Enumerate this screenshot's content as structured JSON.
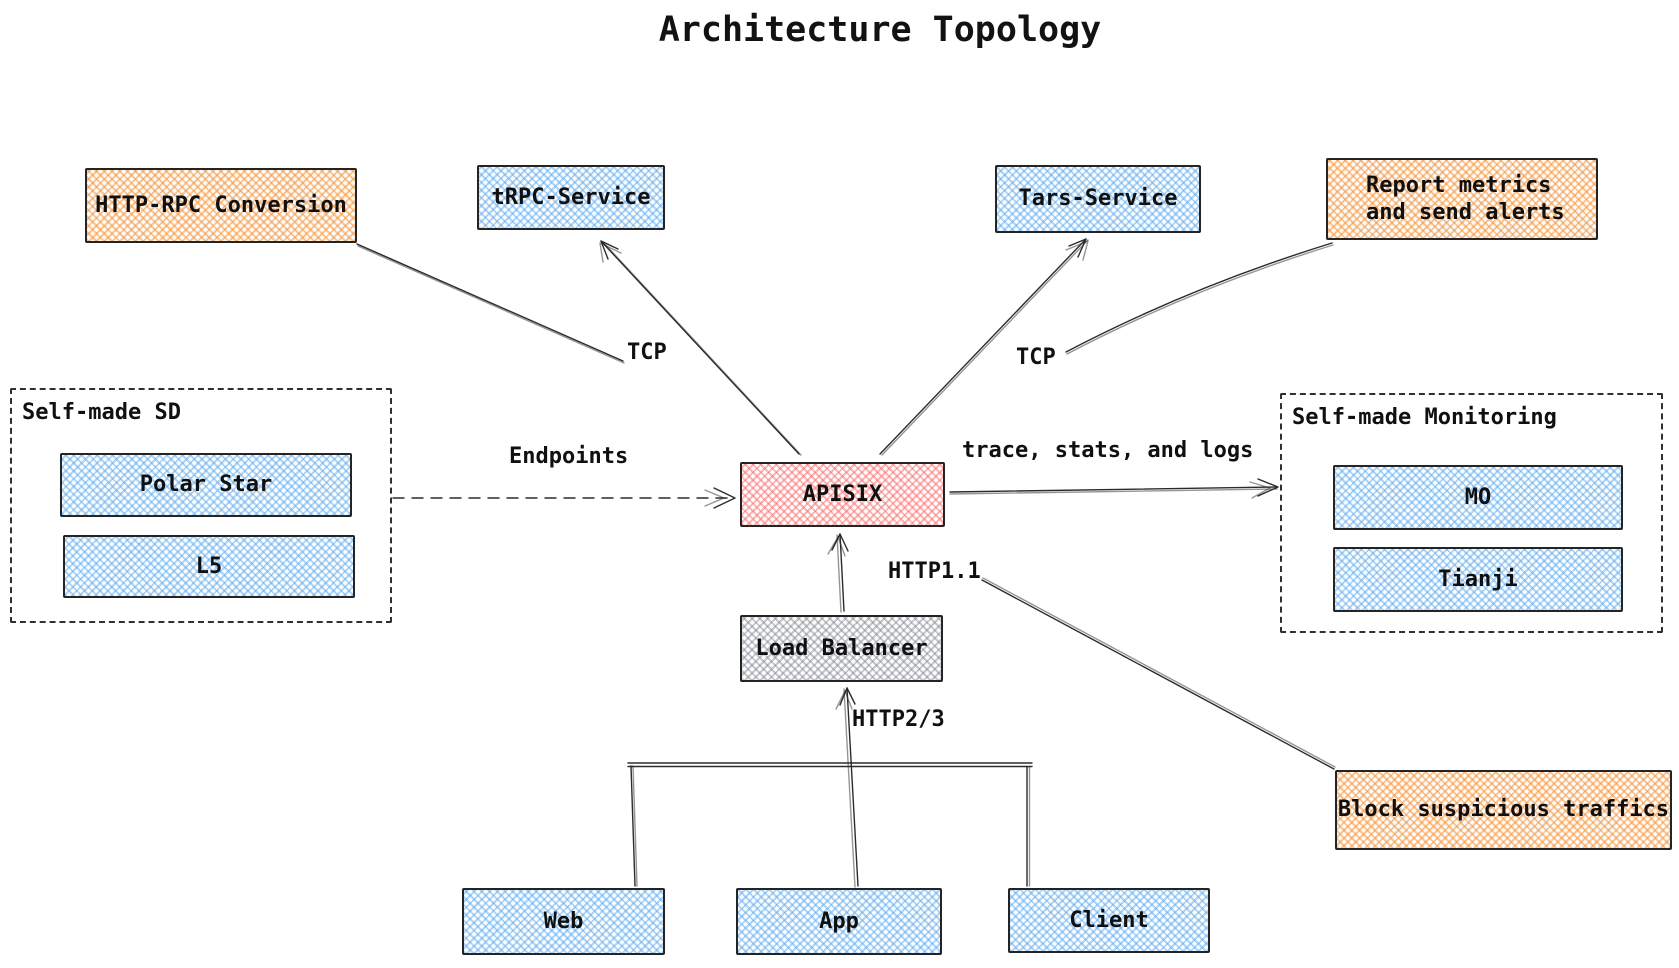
{
  "title": "Architecture Topology",
  "nodes": {
    "http_rpc_conversion": {
      "label": "HTTP-RPC Conversion",
      "fill": "orange"
    },
    "trpc_service": {
      "label": "tRPC-Service",
      "fill": "blue"
    },
    "tars_service": {
      "label": "Tars-Service",
      "fill": "blue"
    },
    "report_metrics": {
      "label_line1": "Report metrics",
      "label_line2": "and send alerts",
      "fill": "orange"
    },
    "polar_star": {
      "label": "Polar Star",
      "fill": "blue"
    },
    "l5": {
      "label": "L5",
      "fill": "blue"
    },
    "apisix": {
      "label": "APISIX",
      "fill": "red"
    },
    "mo": {
      "label": "MO",
      "fill": "blue"
    },
    "tianji": {
      "label": "Tianji",
      "fill": "blue"
    },
    "load_balancer": {
      "label": "Load Balancer",
      "fill": "gray"
    },
    "block_suspicious": {
      "label": "Block suspicious traffics",
      "fill": "orange"
    },
    "web": {
      "label": "Web",
      "fill": "blue"
    },
    "app": {
      "label": "App",
      "fill": "blue"
    },
    "client": {
      "label": "Client",
      "fill": "blue"
    }
  },
  "groups": {
    "self_made_sd": {
      "label": "Self-made SD"
    },
    "self_made_monitoring": {
      "label": "Self-made Monitoring"
    }
  },
  "edge_labels": {
    "tcp_left": "TCP",
    "tcp_right": "TCP",
    "endpoints": "Endpoints",
    "trace_stats_logs": "trace, stats, and logs",
    "http11": "HTTP1.1",
    "http23": "HTTP2/3"
  },
  "edges": [
    {
      "from": "apisix",
      "to": "http_rpc_conversion",
      "label": "TCP",
      "style": "solid"
    },
    {
      "from": "apisix",
      "to": "trpc_service",
      "label": "",
      "style": "arrow"
    },
    {
      "from": "apisix",
      "to": "tars_service",
      "label": "",
      "style": "arrow"
    },
    {
      "from": "apisix",
      "to": "report_metrics",
      "label": "TCP",
      "style": "solid"
    },
    {
      "from": "self_made_sd",
      "to": "apisix",
      "label": "Endpoints",
      "style": "dashed-arrow"
    },
    {
      "from": "apisix",
      "to": "self_made_monitoring",
      "label": "trace, stats, and logs",
      "style": "arrow"
    },
    {
      "from": "load_balancer",
      "to": "apisix",
      "label": "HTTP1.1",
      "style": "arrow"
    },
    {
      "from": "apisix",
      "to": "block_suspicious",
      "label": "",
      "style": "solid"
    },
    {
      "from": "app",
      "to": "load_balancer",
      "label": "HTTP2/3",
      "style": "arrow"
    },
    {
      "from": "web",
      "to": "load_balancer",
      "label": "",
      "style": "solid"
    },
    {
      "from": "client",
      "to": "load_balancer",
      "label": "",
      "style": "solid"
    }
  ],
  "colors": {
    "blue_fill": "#58a6ed",
    "orange_fill": "#f49238",
    "red_fill": "#f86e6e",
    "gray_fill": "#767e88",
    "stroke": "#2b2b2b",
    "background": "#ffffff"
  }
}
